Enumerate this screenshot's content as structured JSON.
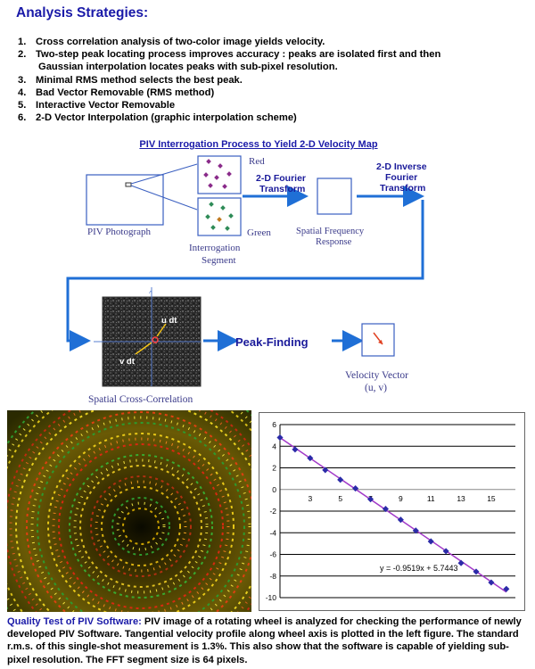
{
  "title": "Analysis Strategies:",
  "strategies": [
    {
      "num": "1.",
      "text": "Cross correlation analysis of two-color image yields velocity."
    },
    {
      "num": "2.",
      "text": "Two-step peak locating process improves accuracy : peaks are isolated first and then",
      "text2": "Gaussian interpolation locates peaks with sub-pixel resolution."
    },
    {
      "num": "3.",
      "text": "Minimal RMS method selects the best peak."
    },
    {
      "num": "4.",
      "text": "Bad Vector Removable (RMS method)"
    },
    {
      "num": "5.",
      "text": "Interactive Vector Removable"
    },
    {
      "num": "6.",
      "text": "2-D Vector Interpolation (graphic interpolation scheme)"
    }
  ],
  "diagram": {
    "title": "PIV Interrogation Process to Yield 2-D Velocity Map",
    "piv_photograph": "PIV Photograph",
    "red": "Red",
    "green": "Green",
    "interrogation_1": "Interrogation",
    "interrogation_2": "Segment",
    "fourier_1": "2-D Fourier",
    "fourier_2": "Transform",
    "inverse_1": "2-D Inverse",
    "inverse_2": "Fourier",
    "inverse_3": "Transform",
    "spatial_freq_1": "Spatial Frequency",
    "spatial_freq_2": "Response",
    "u_dt": "u dt",
    "v_dt": "v dt",
    "peak_finding": "Peak-Finding",
    "velocity_vector_1": "Velocity Vector",
    "velocity_vector_2": "(u, v)",
    "cross_correlation": "Spatial Cross-Correlation",
    "colors": {
      "arrow": "#1f6fd6",
      "dark_arrow": "#1a1a9a"
    }
  },
  "chart_data": {
    "type": "scatter",
    "x_ticks": [
      "3",
      "5",
      "7",
      "9",
      "11",
      "13",
      "15"
    ],
    "y_ticks": [
      "6",
      "4",
      "2",
      "0",
      "-2",
      "-4",
      "-6",
      "-8",
      "-10"
    ],
    "xlim": [
      1,
      16.6
    ],
    "ylim": [
      -10,
      6
    ],
    "grid": true,
    "series": [
      {
        "values_x": [
          1,
          2,
          3,
          4,
          5,
          6,
          7,
          8,
          9,
          10,
          11,
          12,
          13,
          14,
          15,
          16
        ],
        "values_y": [
          4.8,
          3.7,
          2.9,
          1.8,
          0.9,
          0.1,
          -0.9,
          -1.8,
          -2.8,
          -3.8,
          -4.8,
          -5.7,
          -6.8,
          -7.6,
          -8.6,
          -9.2
        ]
      }
    ],
    "trendline": {
      "slope": -0.9519,
      "intercept": 5.7443
    },
    "equation": "y = -0.9519x + 5.7443",
    "marker_color": "#2b2ba8",
    "line_color": "#a23ac8"
  },
  "caption": {
    "head": "Quality Test of PIV Software:",
    "body": " PIV image of a rotating wheel is analyzed for checking the performance of newly developed PIV Software.  Tangential velocity profile along wheel axis is plotted in the left figure.  The standard r.m.s. of this single-shot measurement is 1.3%.  This also show that the software is capable of yielding sub-pixel resolution.  The FFT segment size is 64 pixels."
  }
}
